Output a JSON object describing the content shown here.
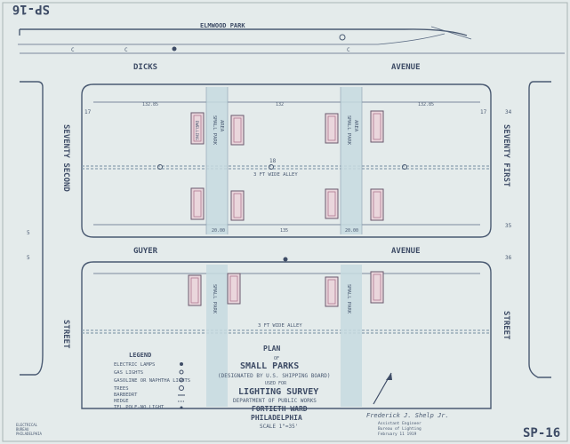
{
  "sheet_id": "SP-16",
  "streets": {
    "elmwood_park": "ELMWOOD PARK",
    "dicks_left": "DICKS",
    "dicks_right": "AVENUE",
    "guyer_left": "GUYER",
    "guyer_right": "AVENUE",
    "seventy_second": "SEVENTY SECOND",
    "street_left": "STREET",
    "seventy_first": "SEVENTY FIRST",
    "street_right": "STREET"
  },
  "alley_labels": {
    "upper": "3 FT WIDE ALLEY",
    "lower": "3 FT WIDE ALLEY"
  },
  "building_label": "DWELLING",
  "park_labels": {
    "small_park": "SMALL PARK",
    "area": "AREA"
  },
  "title_block": {
    "line1": "PLAN",
    "line2": "OF",
    "line3": "SMALL PARKS",
    "line4": "(DESIGNATED BY U.S. SHIPPING BOARD)",
    "line5": "USED FOR",
    "line6": "LIGHTING SURVEY",
    "line7": "DEPARTMENT OF PUBLIC WORKS",
    "line8": "FORTIETH WARD",
    "line9": "PHILADELPHIA",
    "line10": "SCALE 1\"=35'"
  },
  "legend": {
    "heading": "LEGEND",
    "items": [
      "ELECTRIC LAMPS",
      "GAS LIGHTS",
      "GASOLINE OR NAPHTHA LIGHTS",
      "TREES",
      "BARBEDRT",
      "HEDGE",
      "TEL.POLE-NO.LIGHT"
    ]
  },
  "signature": {
    "name": "Frederick J. Shelp Jr.",
    "line2": "Assistant Engineer",
    "line3": "Bureau of Lighting",
    "line4": "February 11 1919"
  },
  "stamp": {
    "line1": "ELECTRICAL",
    "line2": "BUREAU",
    "line3": "PHILADELPHIA"
  },
  "markers": {
    "n17": "17",
    "n18": "18",
    "n5": "5",
    "n34": "34",
    "n35": "35",
    "n36": "36"
  },
  "dimensions": {
    "d1": "132.85",
    "d2": "132",
    "d3": "132.85",
    "d4": "20.00",
    "d5": "20.00",
    "d6": "135"
  }
}
